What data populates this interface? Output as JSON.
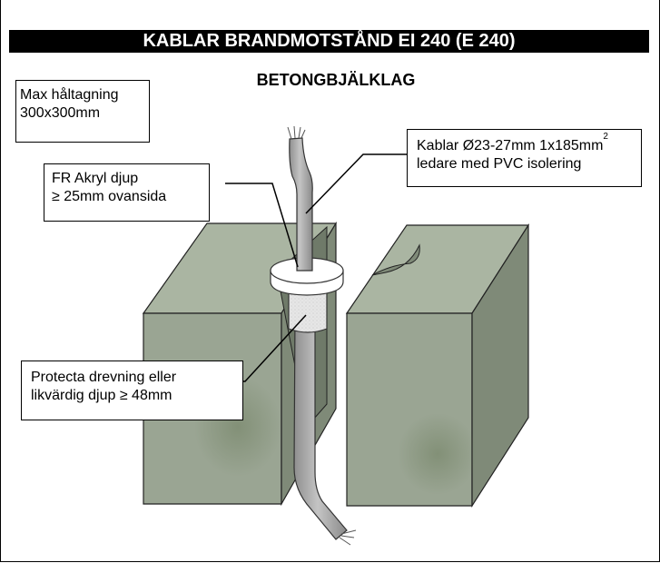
{
  "title": "KABLAR BRANDMOTSTÅND EI 240 (E 240)",
  "subtitle": "BETONGBJÄLKLAG",
  "labels": {
    "max_opening": {
      "line1": "Max håltagning",
      "line2": "300x300mm"
    },
    "fr_akryl": {
      "line1": "FR Akryl djup",
      "line2": "≥ 25mm ovansida"
    },
    "kablar": {
      "line1_prefix": "Kablar Ø23-27mm 1x185mm",
      "line1_sup": "2",
      "line2": "ledare med PVC isolering"
    },
    "protecta": {
      "line1": "Protecta drevning eller",
      "line2": "likvärdig djup ≥ 48mm"
    }
  },
  "colors": {
    "concrete_front": "#9aa593",
    "concrete_top": "#aab5a2",
    "concrete_side": "#7f8a78",
    "concrete_dark": "#6f7a69",
    "cable": "#b2b2b2",
    "cable_dark": "#8e8e8e",
    "sealant": "#ffffff",
    "packing": "#e2e2e2"
  }
}
